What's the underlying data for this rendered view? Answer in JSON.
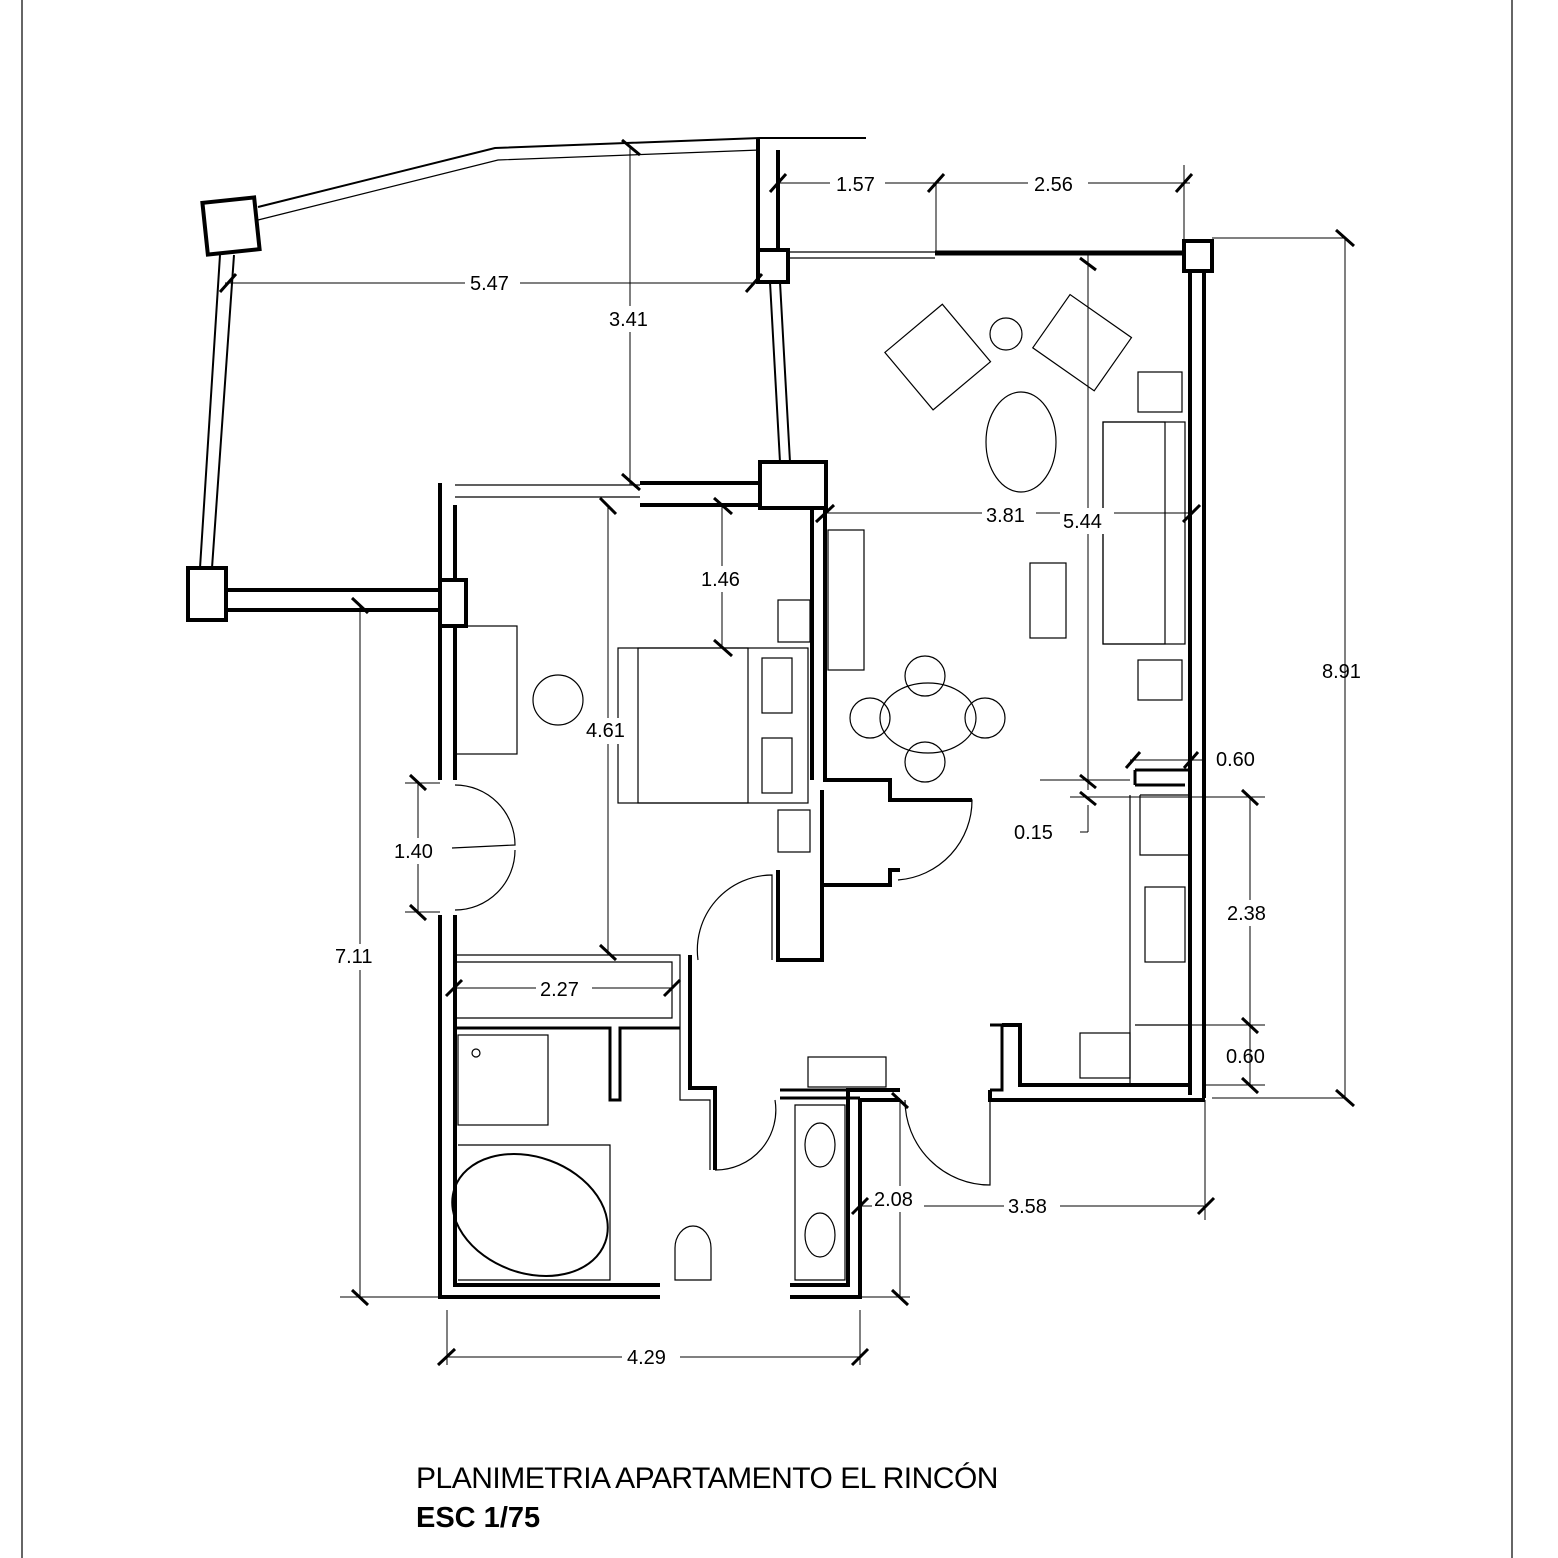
{
  "title": "PLANIMETRIA APARTAMENTO EL  RINCÓN",
  "scale": "ESC 1/75",
  "dimensions": {
    "d157": "1.57",
    "d256": "2.56",
    "d547": "5.47",
    "d341": "3.41",
    "d891": "8.91",
    "d381": "3.81",
    "d544": "5.44",
    "d146": "1.46",
    "d461": "4.61",
    "d060a": "0.60",
    "d015": "0.15",
    "d140": "1.40",
    "d238": "2.38",
    "d711": "7.11",
    "d227": "2.27",
    "d060b": "0.60",
    "d208": "2.08",
    "d358": "3.58",
    "d429": "4.29"
  }
}
